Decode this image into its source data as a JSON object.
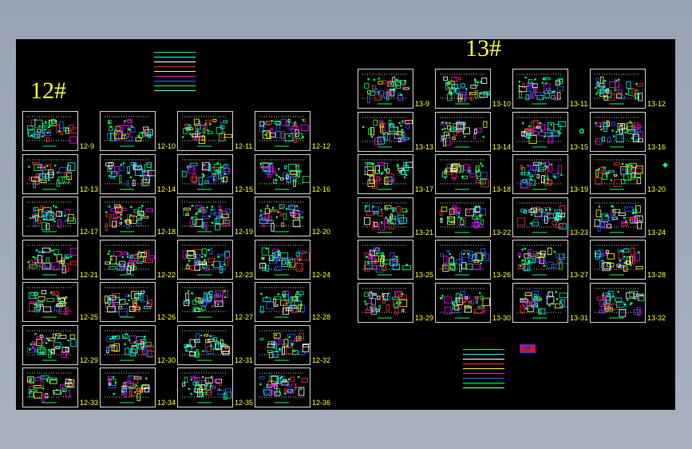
{
  "drawing": {
    "groups": [
      {
        "id": "g12",
        "title": "12#",
        "labels": [
          "12-9",
          "12-10",
          "12-11",
          "12-12",
          "12-13",
          "12-14",
          "12-15",
          "12-16",
          "12-17",
          "12-18",
          "12-19",
          "12-20",
          "12-21",
          "12-22",
          "12-23",
          "12-24",
          "12-25",
          "12-26",
          "12-27",
          "12-28",
          "12-29",
          "12-30",
          "12-31",
          "12-32",
          "12-33",
          "12-34",
          "12-35",
          "12-36"
        ]
      },
      {
        "id": "g13",
        "title": "13#",
        "labels": [
          "13-9",
          "13-10",
          "13-11",
          "13-12",
          "13-13",
          "13-14",
          "13-15",
          "13-16",
          "13-17",
          "13-18",
          "13-19",
          "13-20",
          "13-21",
          "13-22",
          "13-23",
          "13-24",
          "13-25",
          "13-26",
          "13-27",
          "13-28",
          "13-29",
          "13-30",
          "13-31",
          "13-32"
        ]
      }
    ],
    "legend_colors": [
      "#00ff66",
      "#00ffff",
      "#ffffff",
      "#ff3030",
      "#ffff33",
      "#ff00ff",
      "#3060ff",
      "#00ff66",
      "#66ffcc"
    ],
    "colors": {
      "background": "#000000",
      "text": "#ffff33",
      "frame": "#d0d0d0"
    },
    "icons": [
      "stamp-icon"
    ]
  }
}
